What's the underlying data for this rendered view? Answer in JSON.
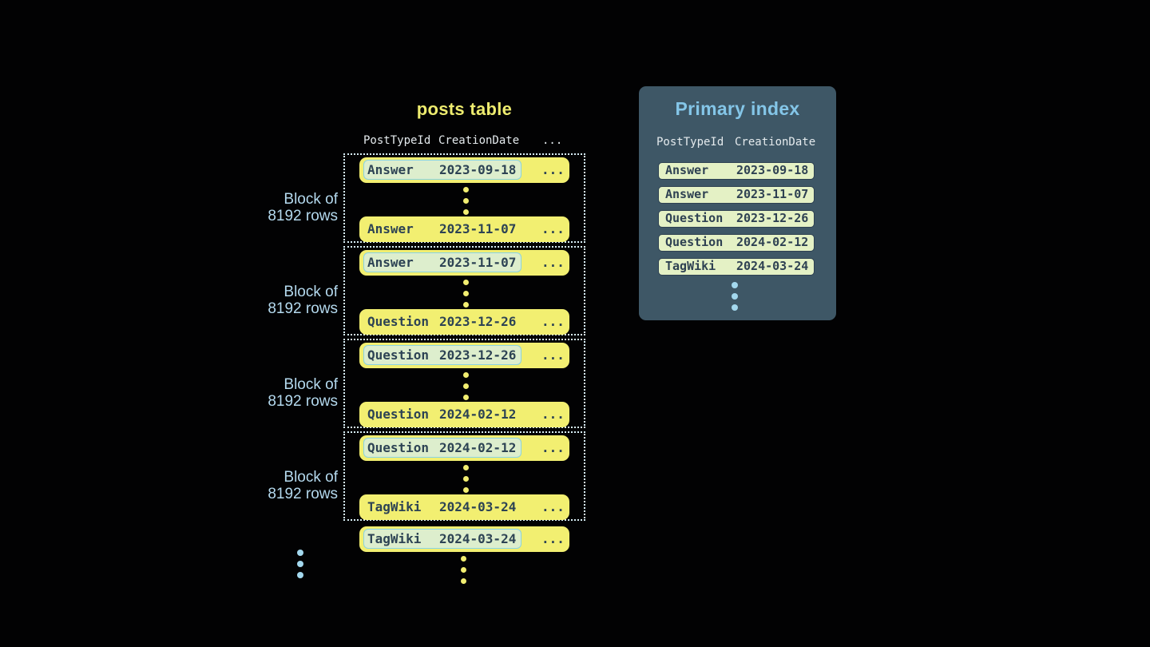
{
  "diagram": {
    "background_color": "#020203",
    "posts_table": {
      "title": "posts table",
      "columns": [
        "PostTypeId",
        "CreationDate",
        "..."
      ],
      "block_label": {
        "line1": "Block of",
        "line2": "8192 rows"
      },
      "blocks": [
        {
          "first": {
            "type": "Answer",
            "date": "2023-09-18",
            "more": "..."
          },
          "last": {
            "type": "Answer",
            "date": "2023-11-07",
            "more": "..."
          }
        },
        {
          "first": {
            "type": "Answer",
            "date": "2023-11-07",
            "more": "..."
          },
          "last": {
            "type": "Question",
            "date": "2023-12-26",
            "more": "..."
          }
        },
        {
          "first": {
            "type": "Question",
            "date": "2023-12-26",
            "more": "..."
          },
          "last": {
            "type": "Question",
            "date": "2024-02-12",
            "more": "..."
          }
        },
        {
          "first": {
            "type": "Question",
            "date": "2024-02-12",
            "more": "..."
          },
          "last": {
            "type": "TagWiki",
            "date": "2024-03-24",
            "more": "..."
          }
        }
      ],
      "trailing_row": {
        "type": "TagWiki",
        "date": "2024-03-24",
        "more": "..."
      }
    },
    "primary_index": {
      "title": "Primary index",
      "columns": [
        "PostTypeId",
        "CreationDate"
      ],
      "entries": [
        {
          "type": "Answer",
          "date": "2023-09-18"
        },
        {
          "type": "Answer",
          "date": "2023-11-07"
        },
        {
          "type": "Question",
          "date": "2023-12-26"
        },
        {
          "type": "Question",
          "date": "2024-02-12"
        },
        {
          "type": "TagWiki",
          "date": "2024-03-24"
        }
      ]
    },
    "colors": {
      "row_yellow": "#f2ef71",
      "dark_text": "#2d4354",
      "highlight_fill": "#ddeecd",
      "highlight_border": "#89d3e3",
      "dotted_block_border": "#d8eef6",
      "block_label_blue": "#b4d9ee",
      "panel_background": "#3e5766",
      "panel_title_blue": "#84c6e8",
      "column_header_text": "#e4eaed",
      "index_entry_fill": "#e4f1c5",
      "index_entry_border": "#2e4152",
      "blue_dot": "#a3d8ee",
      "title_yellow": "#eeec6f"
    }
  }
}
